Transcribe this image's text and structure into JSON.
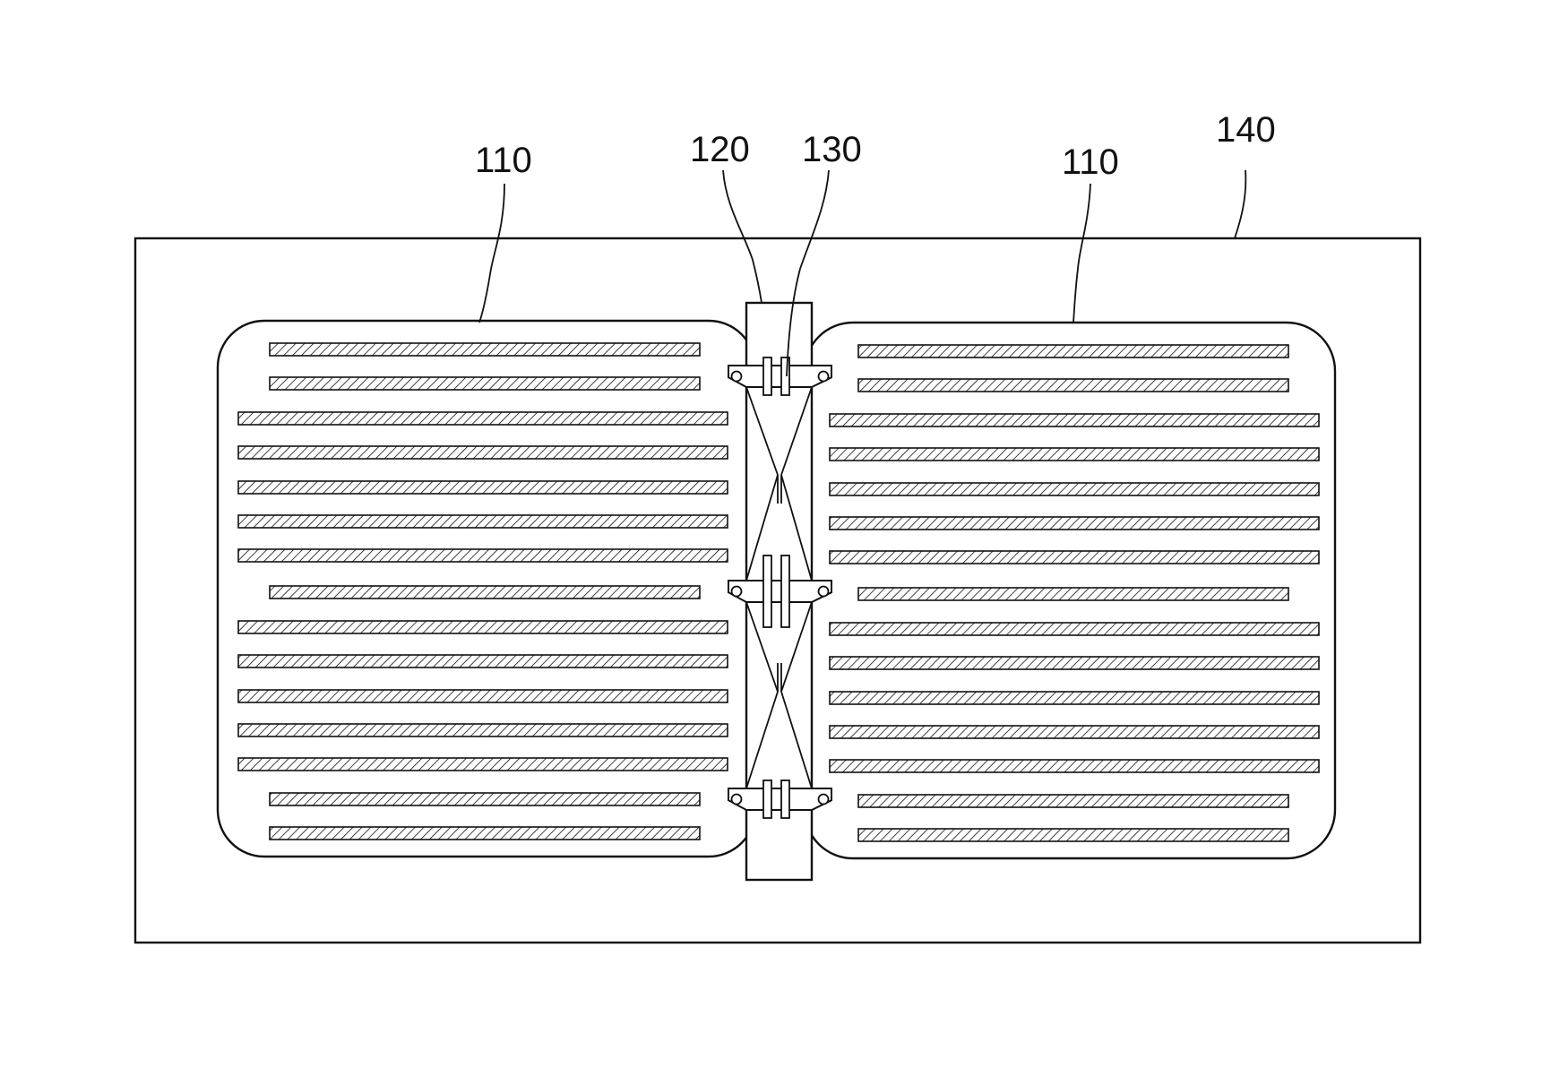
{
  "figure": {
    "labels": {
      "panel_left": "110",
      "connector": "120",
      "slot": "130",
      "substrate": "140",
      "panel_right": "110"
    },
    "colors": {
      "ink": "#111111",
      "background": "#ffffff",
      "hatch_fill": "#ffffff"
    },
    "hatched_strips_per_panel": 15,
    "slot_groups": 3
  }
}
